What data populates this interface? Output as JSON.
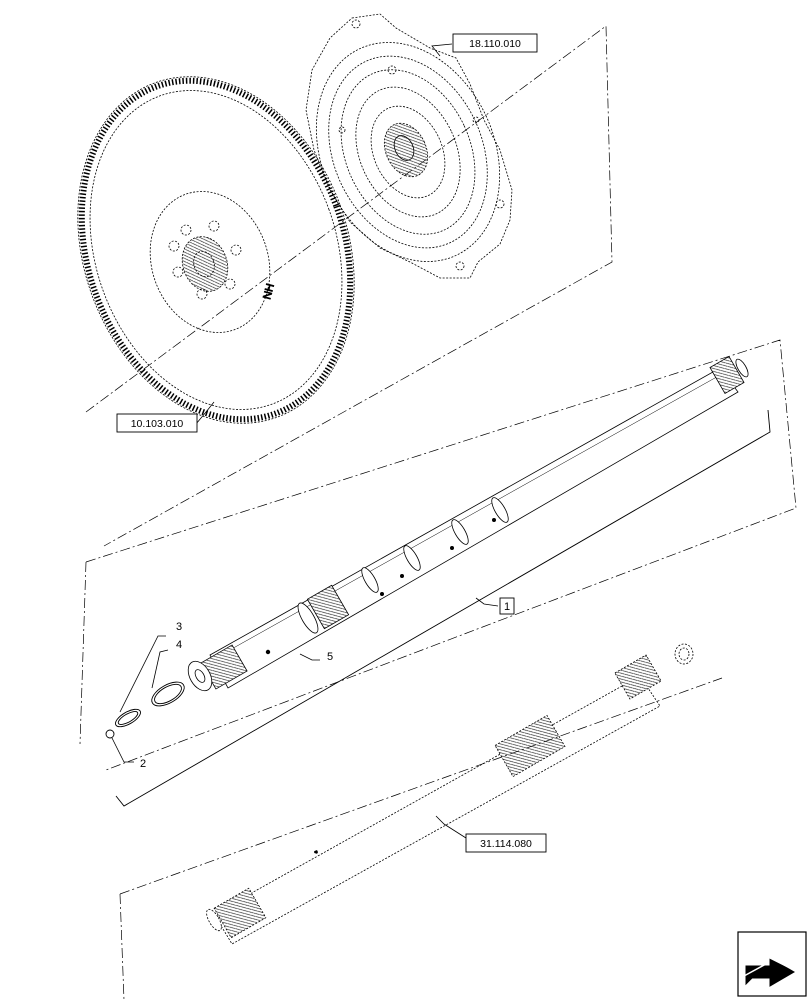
{
  "references": {
    "flywheel_ref": "10.103.010",
    "converter_ref": "18.110.010",
    "lower_shaft_ref": "31.114.080"
  },
  "callouts": {
    "item_1": "1",
    "item_2": "2",
    "item_3": "3",
    "item_4": "4",
    "item_5": "5"
  },
  "navigation": {
    "icon": "page-turn-arrow-icon"
  },
  "colors": {
    "line": "#000000",
    "background": "#ffffff"
  }
}
